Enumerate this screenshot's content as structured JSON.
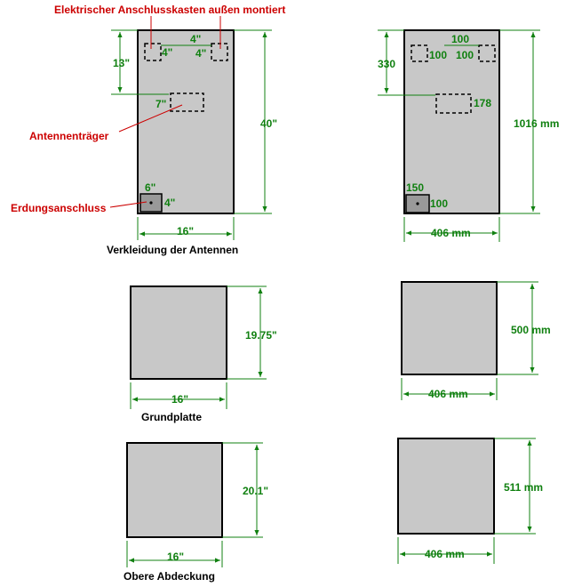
{
  "colors": {
    "dimension": "#108010",
    "callout": "#cc0000",
    "panel": "#c8c8c8",
    "outline": "#000000"
  },
  "callouts": {
    "junction_box": "Elektrischer Anschlusskasten außen montiert",
    "antenna_mount": "Antennenträger",
    "ground": "Erdungsanschluss"
  },
  "antenna_panel": {
    "title": "Verkleidung der Antennen",
    "imperial": {
      "box_a": "4\"",
      "box_gap": "4\"",
      "box_b": "4\"",
      "top_offset": "13\"",
      "mount": "7\"",
      "height": "40\"",
      "ground_w": "6\"",
      "ground_h": "4\"",
      "width": "16\""
    },
    "metric": {
      "box_a": "100",
      "box_gap": "100",
      "box_b": "100",
      "top_offset": "330",
      "mount": "178",
      "height": "1016 mm",
      "ground_w": "150",
      "ground_h": "100",
      "width": "406 mm"
    }
  },
  "base_plate": {
    "title": "Grundplatte",
    "imperial": {
      "height": "19.75\"",
      "width": "16\""
    },
    "metric": {
      "height": "500 mm",
      "width": "406 mm"
    }
  },
  "top_cover": {
    "title": "Obere Abdeckung",
    "imperial": {
      "height": "20.1\"",
      "width": "16\""
    },
    "metric": {
      "height": "511 mm",
      "width": "406 mm"
    }
  }
}
